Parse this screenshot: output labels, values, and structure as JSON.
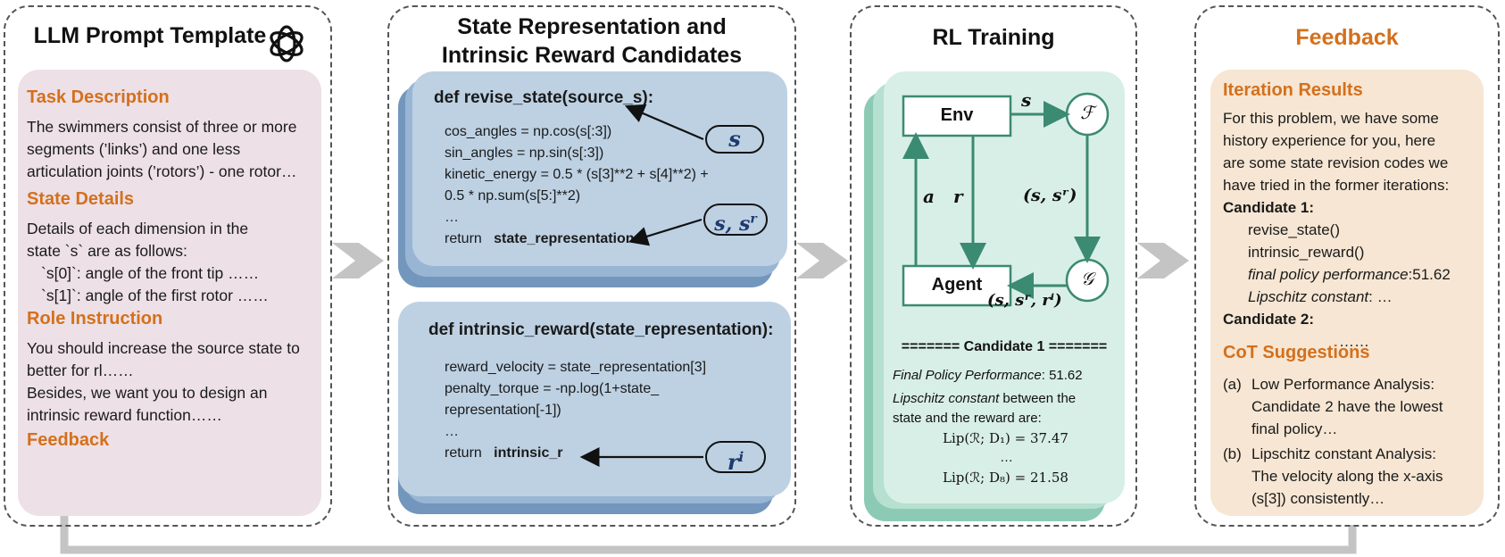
{
  "panel1": {
    "title": "LLM Prompt Template",
    "task_heading": "Task Description",
    "task_text": [
      "The swimmers consist of three or more",
      "segments (’links’) and one less",
      "articulation joints (’rotors’) - one rotor…"
    ],
    "state_heading": "State Details",
    "state_text": [
      "Details of each dimension in the",
      "state `s` are as follows:",
      "`s[0]`: angle of the front tip ……",
      "`s[1]`: angle of the first rotor ……"
    ],
    "role_heading": "Role Instruction",
    "role_text": [
      "You should increase the source state to",
      "better for rl……",
      "Besides, we want you to design an",
      "intrinsic reward function……"
    ],
    "feedback_heading": "Feedback"
  },
  "panel2": {
    "title_line1": "State Representation and",
    "title_line2": "Intrinsic Reward Candidates",
    "func1_def": "def revise_state(source_s):",
    "func1_lines": [
      "cos_angles = np.cos(s[:3])",
      "sin_angles = np.sin(s[:3])",
      "kinetic_energy = 0.5 * (s[3]**2 + s[4]**2) +",
      "0.5 * np.sum(s[5:]**2)",
      "…"
    ],
    "func1_return": "return",
    "func1_return_val": "state_representation",
    "func2_def": "def intrinsic_reward(state_representation):",
    "func2_lines": [
      "reward_velocity = state_representation[3]",
      "penalty_torque = -np.log(1+state_",
      "representation[-1])",
      "…"
    ],
    "func2_return": "return",
    "func2_return_val": "intrinsic_r",
    "tag_s": "s",
    "tag_s_sr": "s, s",
    "tag_sr_sup": "r",
    "tag_ri": "r",
    "tag_ri_sup": "i"
  },
  "panel3": {
    "title": "RL Training",
    "env_label": "Env",
    "agent_label": "Agent",
    "f_label": "ℱ",
    "g_label": "𝒢",
    "edge_s": "s",
    "edge_a": "a",
    "edge_r": "r",
    "edge_ssr": "(s, sʳ)",
    "edge_ssri": "(s, sʳ, rⁱ)",
    "candidate_header": "======= Candidate 1 =======",
    "final_perf_label": "Final Policy Performance",
    "final_perf_value": ": 51.62",
    "lip_label": "Lipschitz constant",
    "lip_text1": " between the",
    "lip_text2": "state and the reward are:",
    "lip1": "Lip(ℛ; D₁) = 37.47",
    "lip_dots": "…",
    "lip8": "Lip(ℛ; D₈) = 21.58"
  },
  "panel4": {
    "title": "Feedback",
    "iter_heading": "Iteration Results",
    "iter_text": [
      "For this problem, we have some",
      "history experience for you, here",
      "are some state revision codes we",
      "have tried in the former iterations:"
    ],
    "cand1": "Candidate 1:",
    "cand1_items": [
      "revise_state()",
      "intrinsic_reward()"
    ],
    "cand1_perf_label": "final policy performance",
    "cand1_perf_value": ":51.62",
    "cand1_lip_label": "Lipschitz constant",
    "cand1_lip_value": ": …",
    "cand2": "Candidate 2:",
    "cand2_dots": "……",
    "cot_heading": "CoT Suggestions",
    "cot_a_label": "(a)",
    "cot_a": [
      "Low Performance Analysis:",
      "Candidate 2 have the lowest",
      "final policy…"
    ],
    "cot_b_label": "(b)",
    "cot_b": [
      "Lipschitz constant Analysis:",
      "The velocity along the x-axis",
      "(s[3])  consistently…"
    ]
  },
  "colors": {
    "panel1_bg": "#ede0e6",
    "panel2_bg": "#bdd1e3",
    "panel2_mid": "#98b6d4",
    "panel2_back": "#7396bd",
    "panel3_bg": "#d8efe7",
    "panel3_mid": "#b6e0d0",
    "panel3_back": "#8ccab5",
    "panel4_bg": "#f6e6d3",
    "accent_orange": "#d4701c",
    "green_line": "#3b8a72",
    "navy": "#1f3a6b",
    "gray_arrow": "#c4c4c4"
  }
}
